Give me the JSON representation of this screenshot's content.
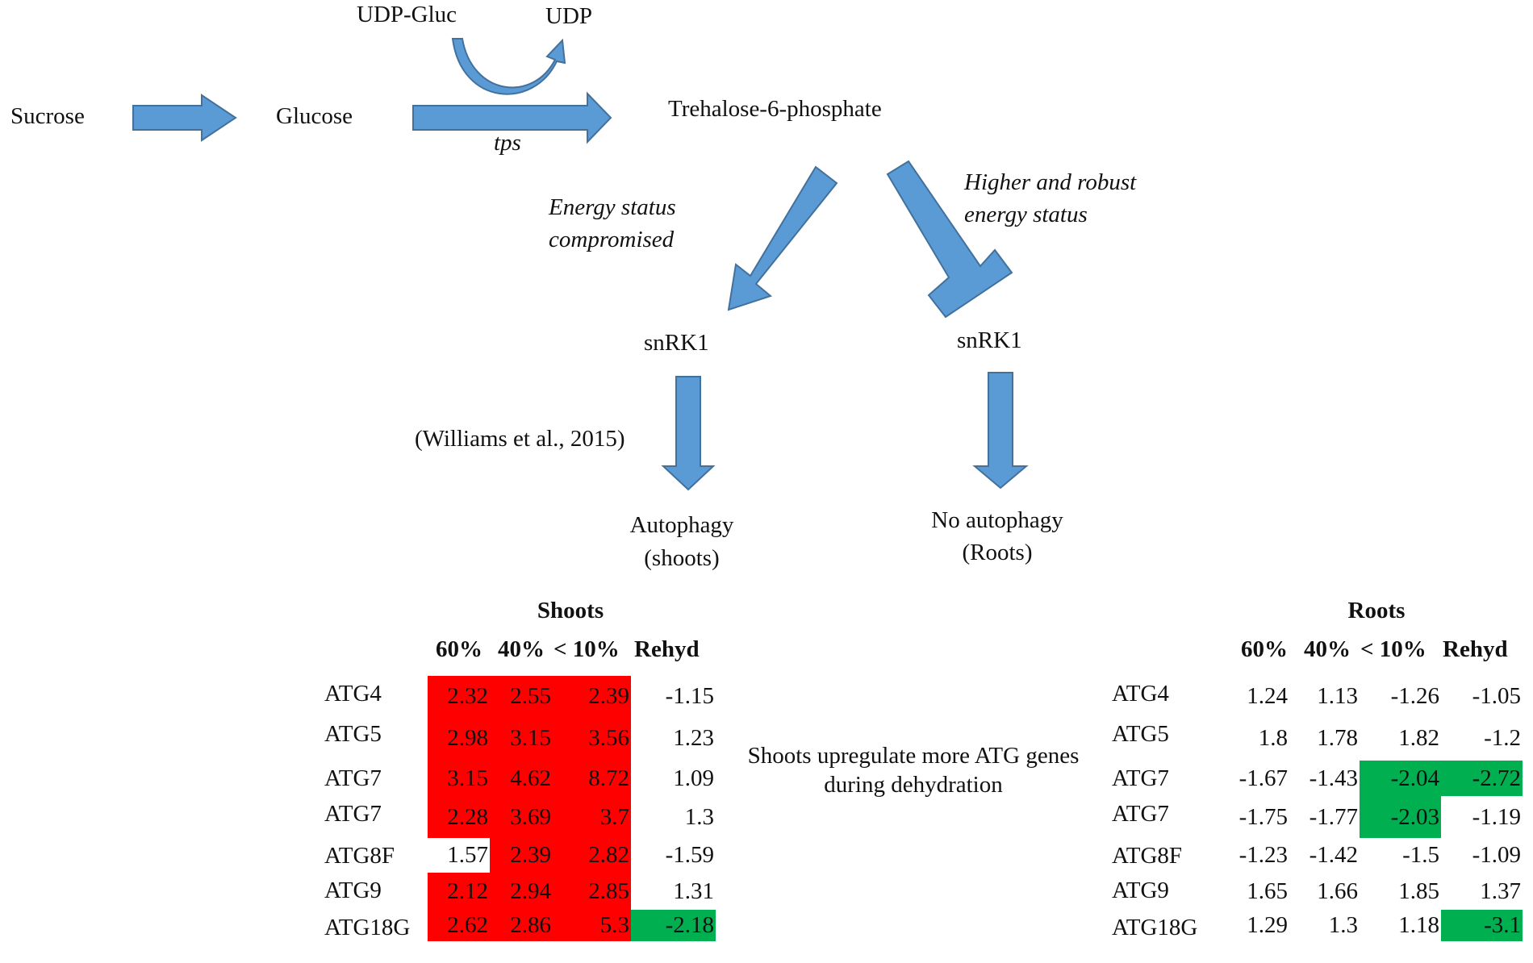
{
  "pathway": {
    "sucrose": "Sucrose",
    "glucose": "Glucose",
    "udp_gluc": "UDP-Gluc",
    "udp": "UDP",
    "tps": "tps",
    "t6p": "Trehalose-6-phosphate",
    "energy_compromised": "Energy status compromised",
    "energy_robust": "Higher and robust energy status",
    "snrk1_left": "snRK1",
    "snrk1_right": "snRK1",
    "citation": "(Williams  et al.,  2015)",
    "autophagy": "Autophagy",
    "autophagy_sub": "(shoots)",
    "no_autophagy": "No autophagy",
    "no_autophagy_sub": "(Roots)",
    "center_note": "Shoots upregulate more ATG genes during dehydration"
  },
  "colors": {
    "arrow_fill": "#5b9bd5",
    "arrow_stroke": "#41719c",
    "up_red": "#ff0000",
    "down_green": "#00b050"
  },
  "tables": {
    "columns": [
      "60%",
      "40%",
      "< 10%",
      "Rehyd"
    ],
    "shoots": {
      "title": "Shoots",
      "rows": [
        {
          "gene": "ATG4",
          "values": [
            "2.32",
            "2.55",
            "2.39",
            "-1.15"
          ],
          "hl": [
            "red",
            "red",
            "red",
            ""
          ]
        },
        {
          "gene": "ATG5",
          "values": [
            "2.98",
            "3.15",
            "3.56",
            "1.23"
          ],
          "hl": [
            "red",
            "red",
            "red",
            ""
          ]
        },
        {
          "gene": "ATG7",
          "values": [
            "3.15",
            "4.62",
            "8.72",
            "1.09"
          ],
          "hl": [
            "red",
            "red",
            "red",
            ""
          ]
        },
        {
          "gene": "ATG7",
          "values": [
            "2.28",
            "3.69",
            "3.7",
            "1.3"
          ],
          "hl": [
            "red",
            "red",
            "red",
            ""
          ]
        },
        {
          "gene": "ATG8F",
          "values": [
            "1.57",
            "2.39",
            "2.82",
            "-1.59"
          ],
          "hl": [
            "",
            "red",
            "red",
            ""
          ]
        },
        {
          "gene": "ATG9",
          "values": [
            "2.12",
            "2.94",
            "2.85",
            "1.31"
          ],
          "hl": [
            "red",
            "red",
            "red",
            ""
          ]
        },
        {
          "gene": "ATG18G",
          "values": [
            "2.62",
            "2.86",
            "5.3",
            "-2.18"
          ],
          "hl": [
            "red",
            "red",
            "red",
            "green"
          ]
        }
      ]
    },
    "roots": {
      "title": "Roots",
      "rows": [
        {
          "gene": "ATG4",
          "values": [
            "1.24",
            "1.13",
            "-1.26",
            "-1.05"
          ],
          "hl": [
            "",
            "",
            "",
            ""
          ]
        },
        {
          "gene": "ATG5",
          "values": [
            "1.8",
            "1.78",
            "1.82",
            "-1.2"
          ],
          "hl": [
            "",
            "",
            "",
            ""
          ]
        },
        {
          "gene": "ATG7",
          "values": [
            "-1.67",
            "-1.43",
            "-2.04",
            "-2.72"
          ],
          "hl": [
            "",
            "",
            "green",
            "green"
          ]
        },
        {
          "gene": "ATG7",
          "values": [
            "-1.75",
            "-1.77",
            "-2.03",
            "-1.19"
          ],
          "hl": [
            "",
            "",
            "green",
            ""
          ]
        },
        {
          "gene": "ATG8F",
          "values": [
            "-1.23",
            "-1.42",
            "-1.5",
            "-1.09"
          ],
          "hl": [
            "",
            "",
            "",
            ""
          ]
        },
        {
          "gene": "ATG9",
          "values": [
            "1.65",
            "1.66",
            "1.85",
            "1.37"
          ],
          "hl": [
            "",
            "",
            "",
            ""
          ]
        },
        {
          "gene": "ATG18G",
          "values": [
            "1.29",
            "1.3",
            "1.18",
            "-3.1"
          ],
          "hl": [
            "",
            "",
            "",
            "green"
          ]
        }
      ]
    }
  }
}
